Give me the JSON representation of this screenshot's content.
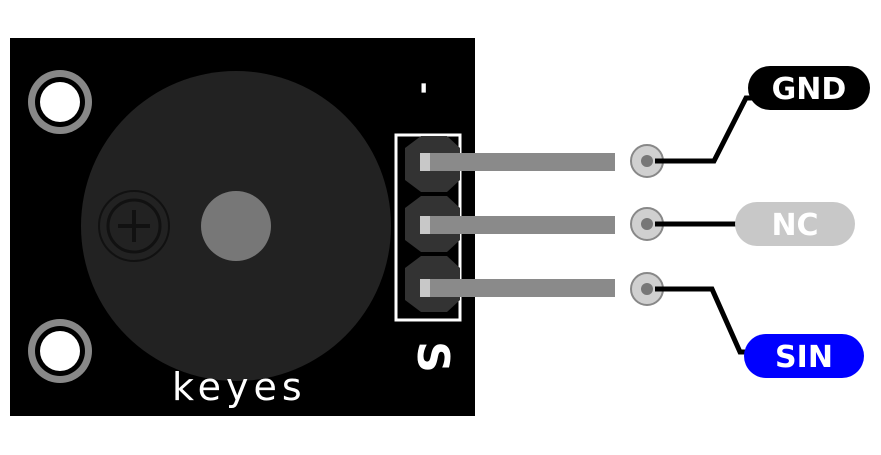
{
  "module": {
    "brand": "keyes",
    "pin_header_marks": [
      "-",
      "S"
    ]
  },
  "pins": [
    {
      "label": "GND",
      "color": "#000000",
      "text_color": "#ffffff"
    },
    {
      "label": "NC",
      "color": "#c8c8c8",
      "text_color": "#ffffff"
    },
    {
      "label": "SIN",
      "color": "#0000ff",
      "text_color": "#ffffff"
    }
  ],
  "colors": {
    "board": "#000000",
    "buzzer": "#222222",
    "buzzer_center": "#777777",
    "pin_lead": "#8a8a8a",
    "wire": "#000000"
  }
}
